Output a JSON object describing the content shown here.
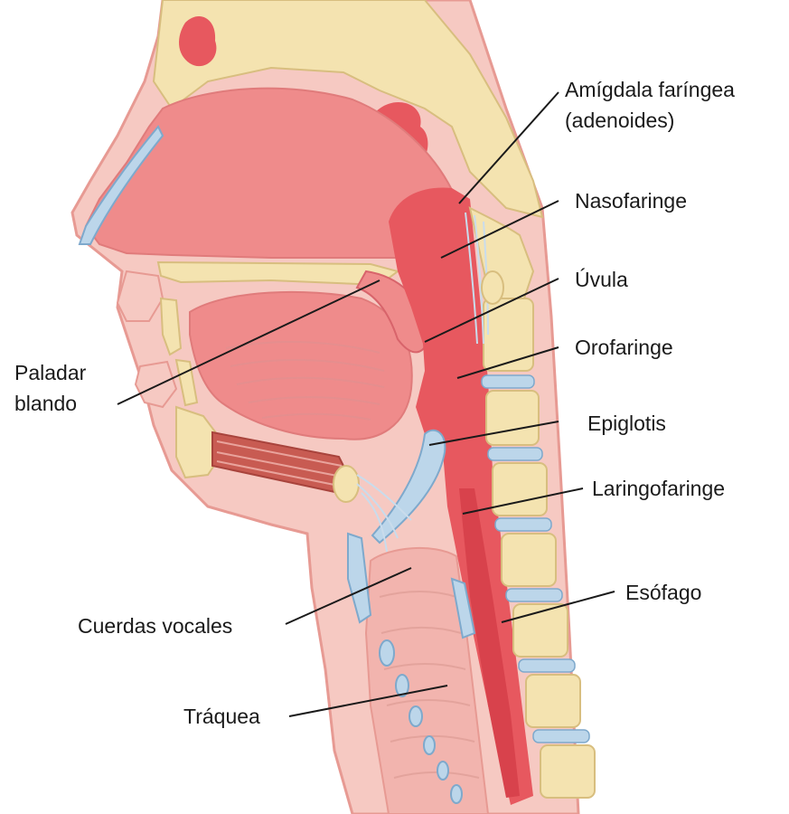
{
  "labels": {
    "amigdala_line1": "Amígdala faríngea",
    "amigdala_line2": "(adenoides)",
    "nasofaringe": "Nasofaringe",
    "uvula": "Úvula",
    "orofaringe": "Orofaringe",
    "paladar_line1": "Paladar",
    "paladar_line2": "blando",
    "epiglotis": "Epiglotis",
    "laringofaringe": "Laringofaringe",
    "esofago": "Esófago",
    "cuerdas_vocales": "Cuerdas vocales",
    "traquea": "Tráquea"
  },
  "colors": {
    "skin": "#f6c9c2",
    "skin_edge": "#e79a93",
    "tissue": "#ef8b8b",
    "pharynx": "#e7585f",
    "deep_red": "#d8424c",
    "bone": "#f4e3b0",
    "bone_edge": "#d8be7f",
    "cartilage": "#bcd6ea",
    "cartilage_edge": "#7ea9cc",
    "muscle": "#c85b52",
    "line": "#1a1a1a"
  }
}
